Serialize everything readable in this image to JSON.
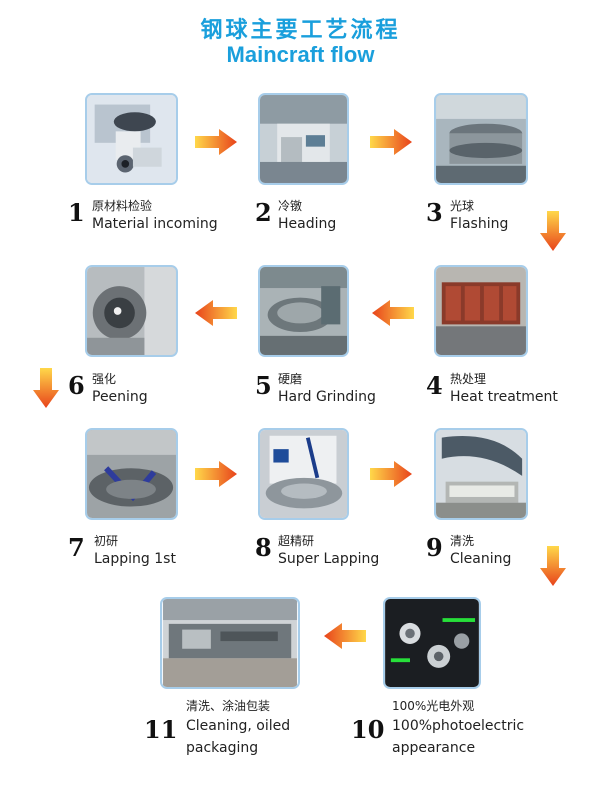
{
  "title": {
    "cn": "钢球主要工艺流程",
    "en": "Maincraft flow"
  },
  "steps": [
    {
      "num": "1",
      "cn": "原材料检验",
      "en": "Material incoming"
    },
    {
      "num": "2",
      "cn": "冷镦",
      "en": "Heading"
    },
    {
      "num": "3",
      "cn": "光球",
      "en": "Flashing"
    },
    {
      "num": "4",
      "cn": "热处理",
      "en": "Heat treatment"
    },
    {
      "num": "5",
      "cn": "硬磨",
      "en": "Hard Grinding"
    },
    {
      "num": "6",
      "cn": "强化",
      "en": "Peening"
    },
    {
      "num": "7",
      "cn": "初研",
      "en": "Lapping 1st"
    },
    {
      "num": "8",
      "cn": "超精研",
      "en": "Super Lapping"
    },
    {
      "num": "9",
      "cn": "清洗",
      "en": "Cleaning"
    },
    {
      "num": "10",
      "cn": "100%光电外观",
      "en": "100%photoelectric",
      "en2": "appearance"
    },
    {
      "num": "11",
      "cn": "清洗、涂油包装",
      "en": "Cleaning, oiled",
      "en2": "packaging"
    }
  ],
  "colors": {
    "title": "#1a9fdc",
    "frame": "#a7cdea",
    "arrow_light": "#ffd23a",
    "arrow_dark": "#e8431b"
  }
}
